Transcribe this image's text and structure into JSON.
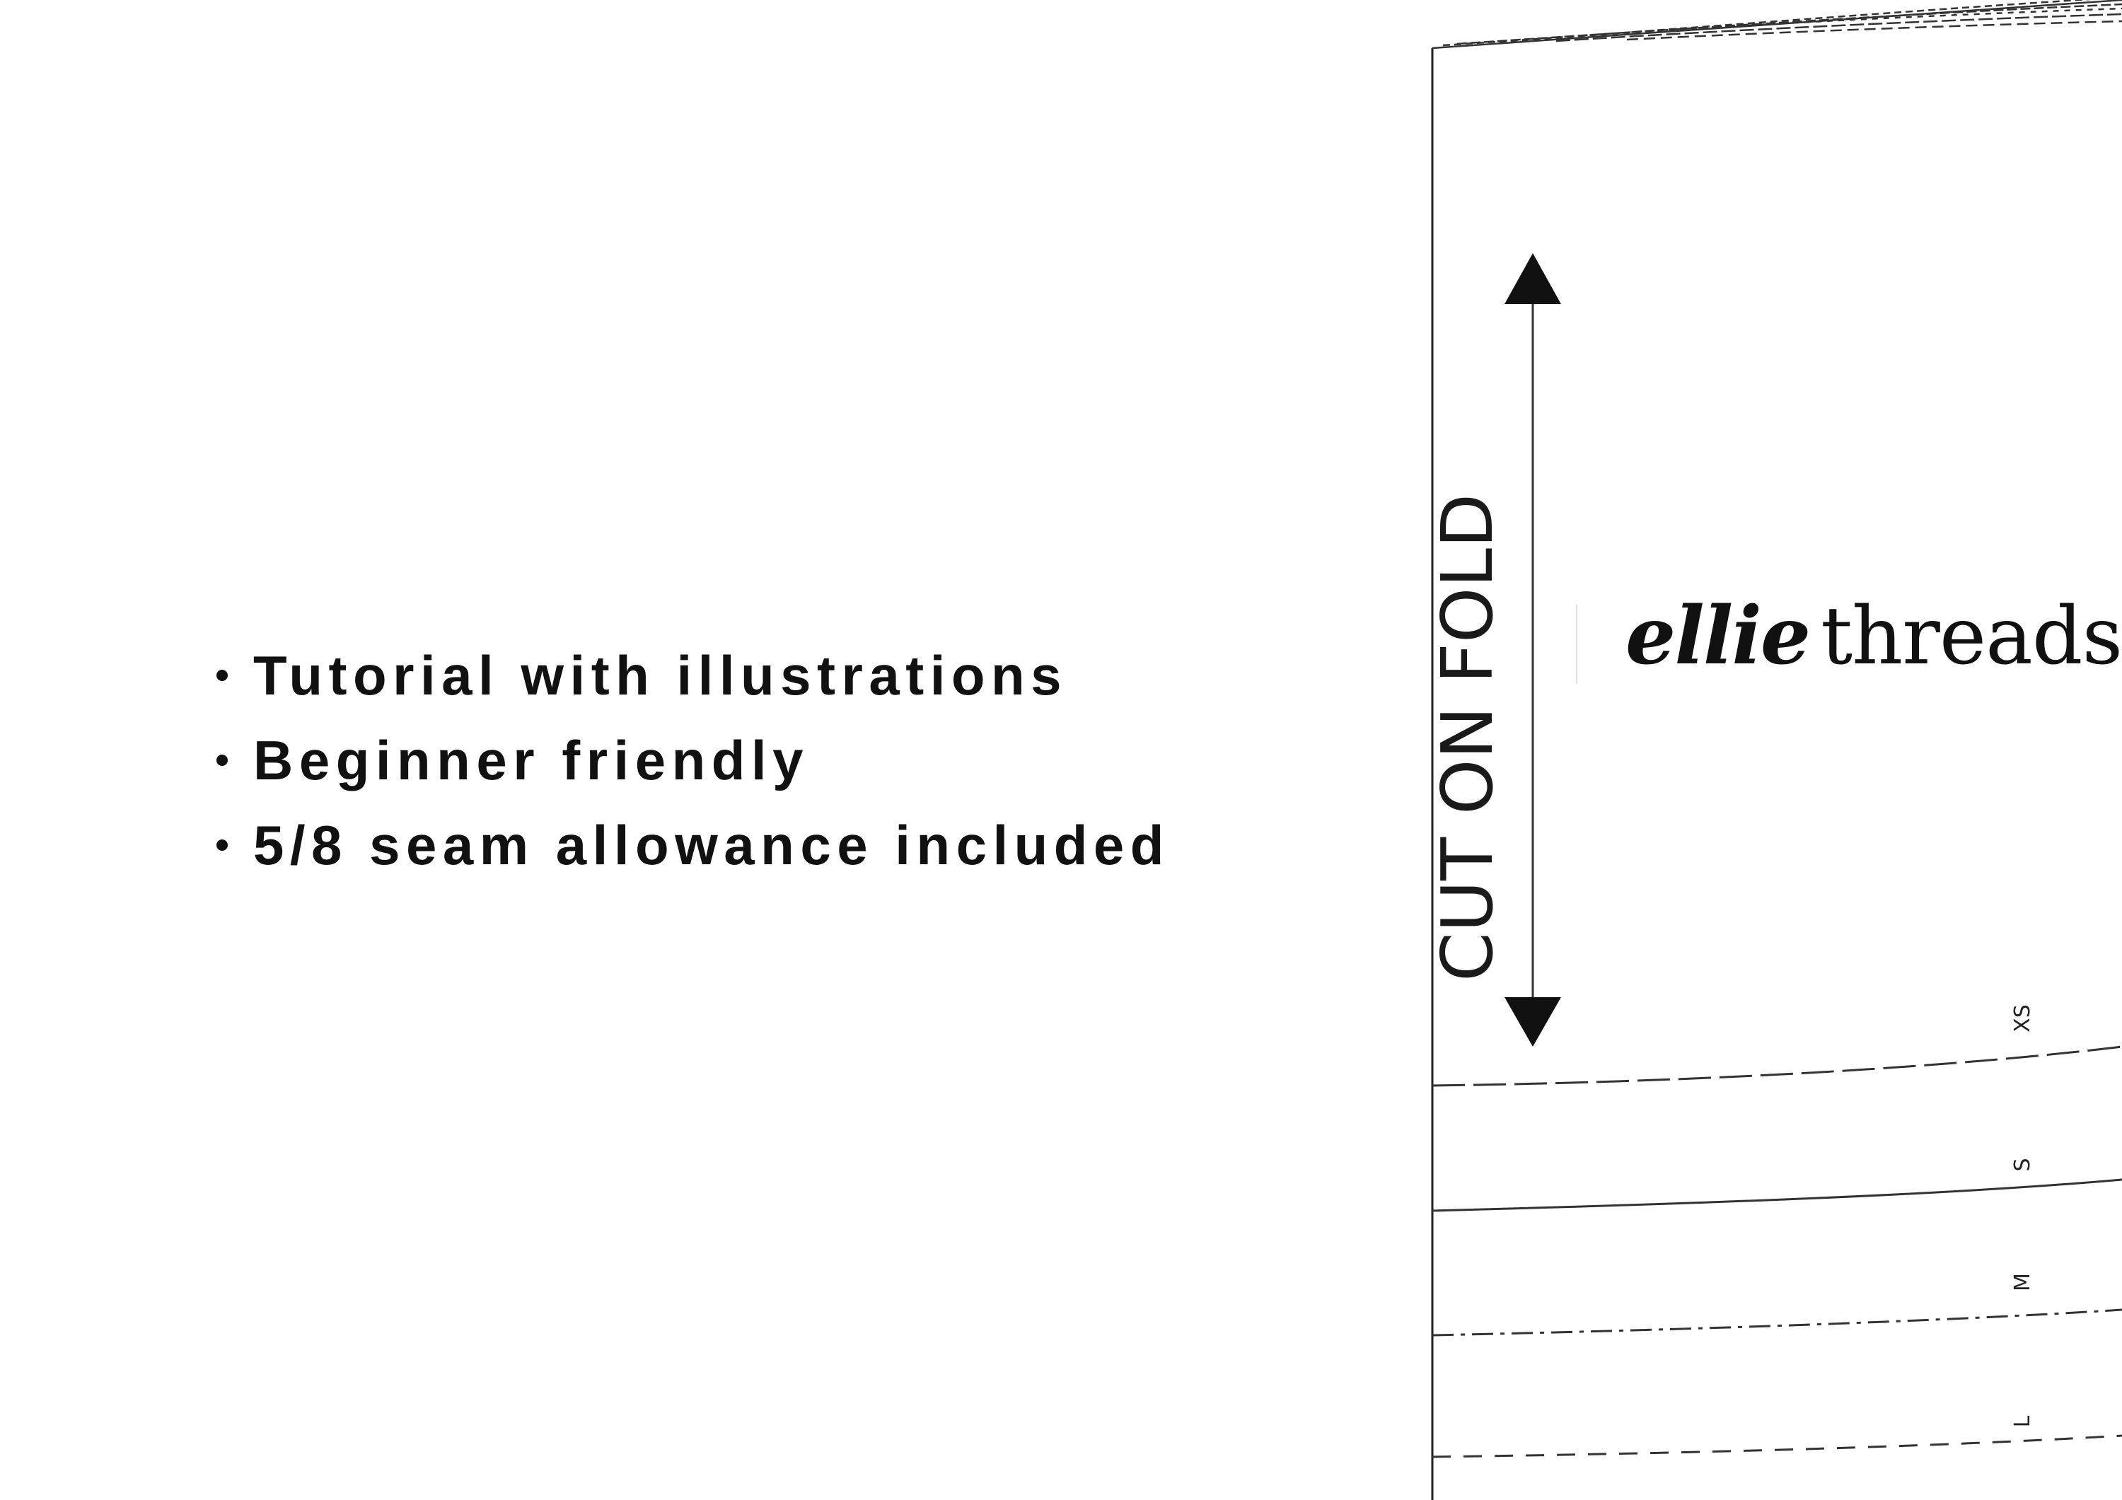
{
  "features": [
    "Tutorial with illustrations",
    "Beginner friendly",
    "5/8 seam allowance included"
  ],
  "pattern": {
    "fold_label": "CUT ON FOLD",
    "sizes": [
      "XS",
      "S",
      "M",
      "L"
    ]
  },
  "brand": {
    "name_bold": "ellie",
    "name_light": "threads"
  },
  "colors": {
    "ink": "#111111",
    "background": "#ffffff",
    "divider": "#e0e0e0"
  },
  "icons": [
    "grainline-double-arrow"
  ]
}
